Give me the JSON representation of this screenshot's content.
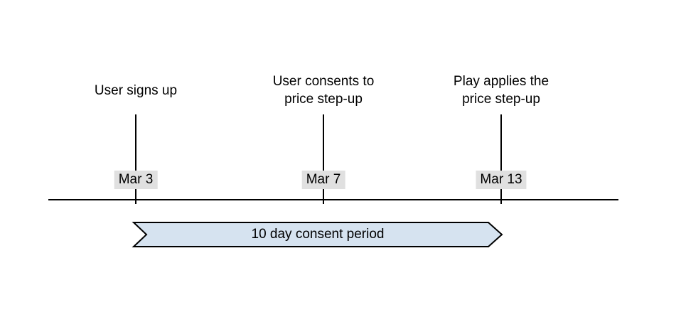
{
  "timeline": {
    "events": [
      {
        "title": "User signs up",
        "date": "Mar 3"
      },
      {
        "title": "User consents to\nprice step-up",
        "date": "Mar 7"
      },
      {
        "title": "Play applies the\nprice step-up",
        "date": "Mar 13"
      }
    ],
    "period_banner": {
      "label": "10 day consent period"
    },
    "colors": {
      "banner_fill": "#d6e3f0",
      "banner_stroke": "#000000",
      "date_label_bg": "#e0e0e0",
      "axis_color": "#000000"
    }
  }
}
